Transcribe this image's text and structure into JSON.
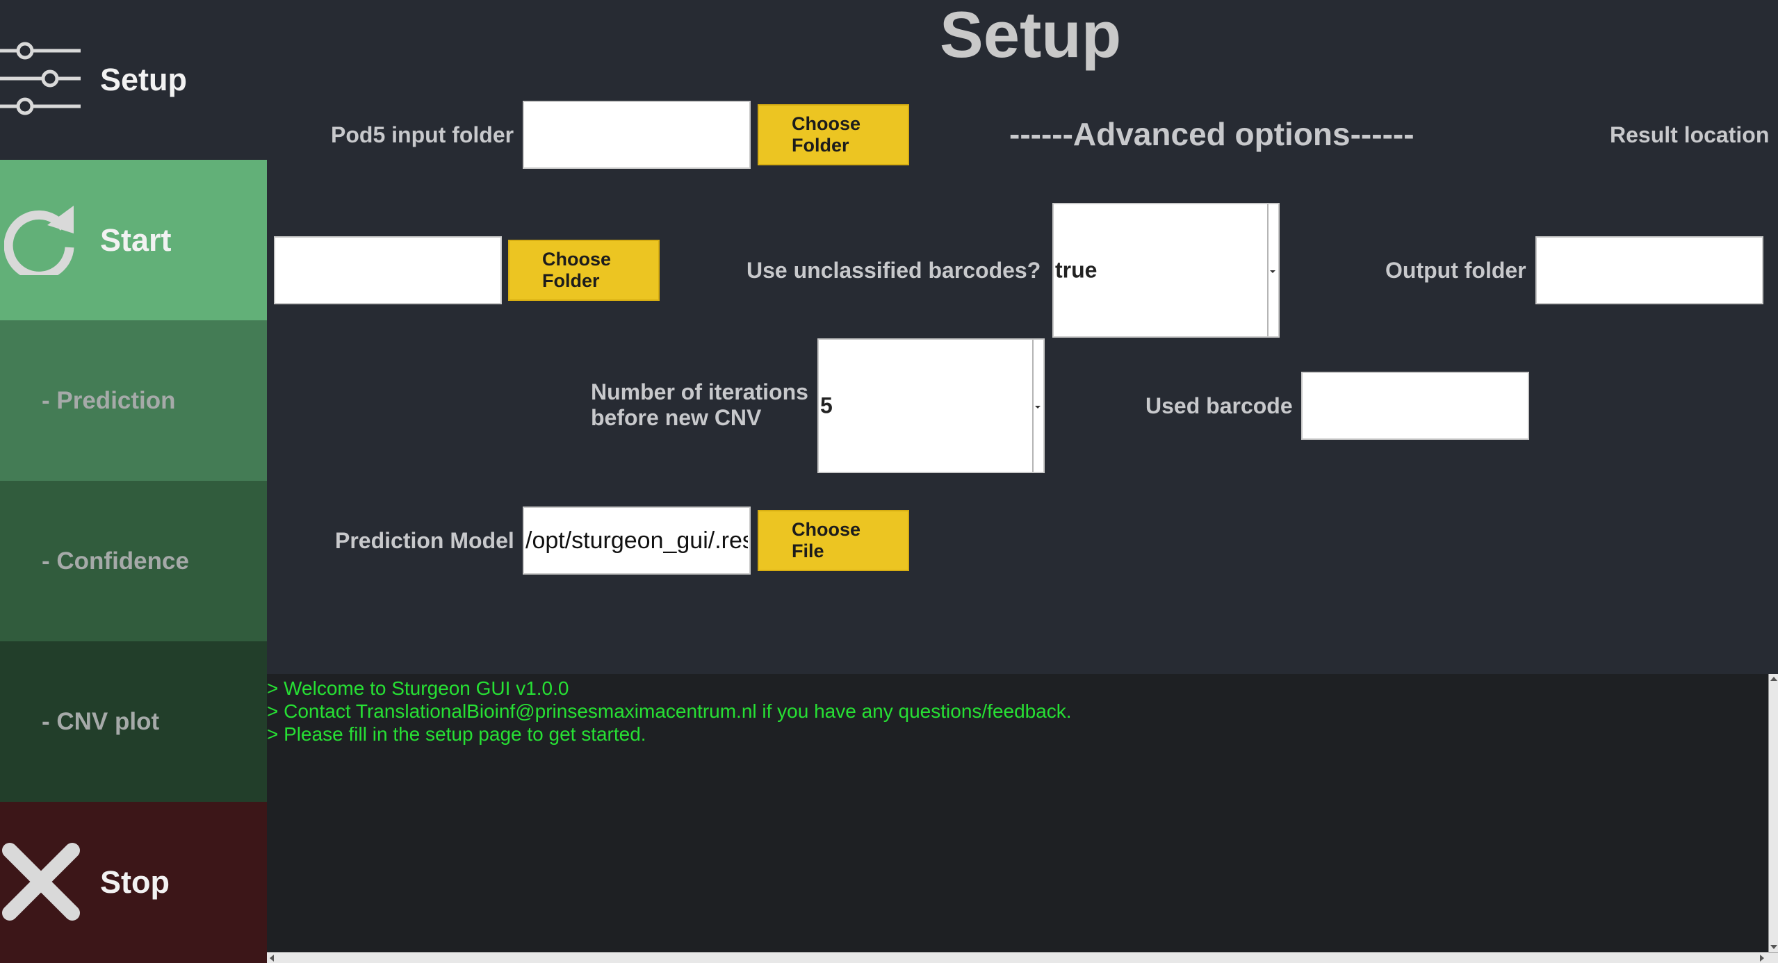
{
  "sidebar": {
    "setup_label": "Setup",
    "start_label": "Start",
    "prediction_label": "- Prediction",
    "confidence_label": "- Confidence",
    "cnv_label": "- CNV plot",
    "stop_label": "Stop"
  },
  "page": {
    "title": "Setup"
  },
  "form": {
    "pod5_label": "Pod5 input folder",
    "pod5_value": "",
    "choose_folder_label": "Choose Folder",
    "advanced_label": "------Advanced options------",
    "result_location_label": "Result location",
    "result_value": "",
    "unclassified_label": "Use unclassified barcodes?",
    "unclassified_value": "true",
    "output_folder_label": "Output folder",
    "output_value": "",
    "iterations_label_line1": "Number of iterations",
    "iterations_label_line2": "before new CNV",
    "iterations_value": "5",
    "used_barcode_label": "Used barcode",
    "used_barcode_value": "",
    "model_label": "Prediction Model",
    "model_value": "/opt/sturgeon_gui/.resources",
    "choose_file_label": "Choose File"
  },
  "console": {
    "lines": [
      "> Welcome to Sturgeon GUI v1.0.0",
      "> Contact TranslationalBioinf@prinsesmaximacentrum.nl if you have any questions/feedback.",
      "> Please fill in the setup page to get started."
    ]
  },
  "colors": {
    "background": "#272b33",
    "start_green": "#62b078",
    "button_yellow": "#ecc522",
    "stop_red": "#3c1618",
    "console_text": "#27e034"
  }
}
